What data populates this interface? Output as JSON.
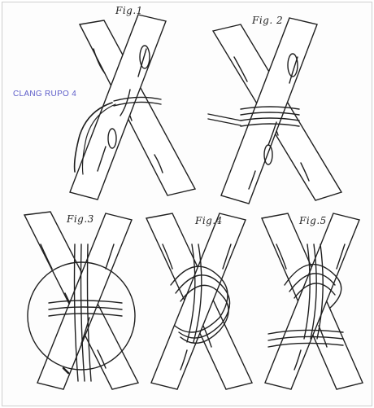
{
  "figures": [
    {
      "id": "fig1",
      "label": "Fig.1"
    },
    {
      "id": "fig2",
      "label": "Fig. 2"
    },
    {
      "id": "fig3",
      "label": "Fig.3"
    },
    {
      "id": "fig4",
      "label": "Fig.4"
    },
    {
      "id": "fig5",
      "label": "Fig.5"
    }
  ],
  "watermark": "CLANG RUPO 4",
  "colors": {
    "ink": "#1f1f1f",
    "watermark": "#5d5dc9",
    "background": "#ffffff",
    "frame": "#cfcfcf"
  }
}
